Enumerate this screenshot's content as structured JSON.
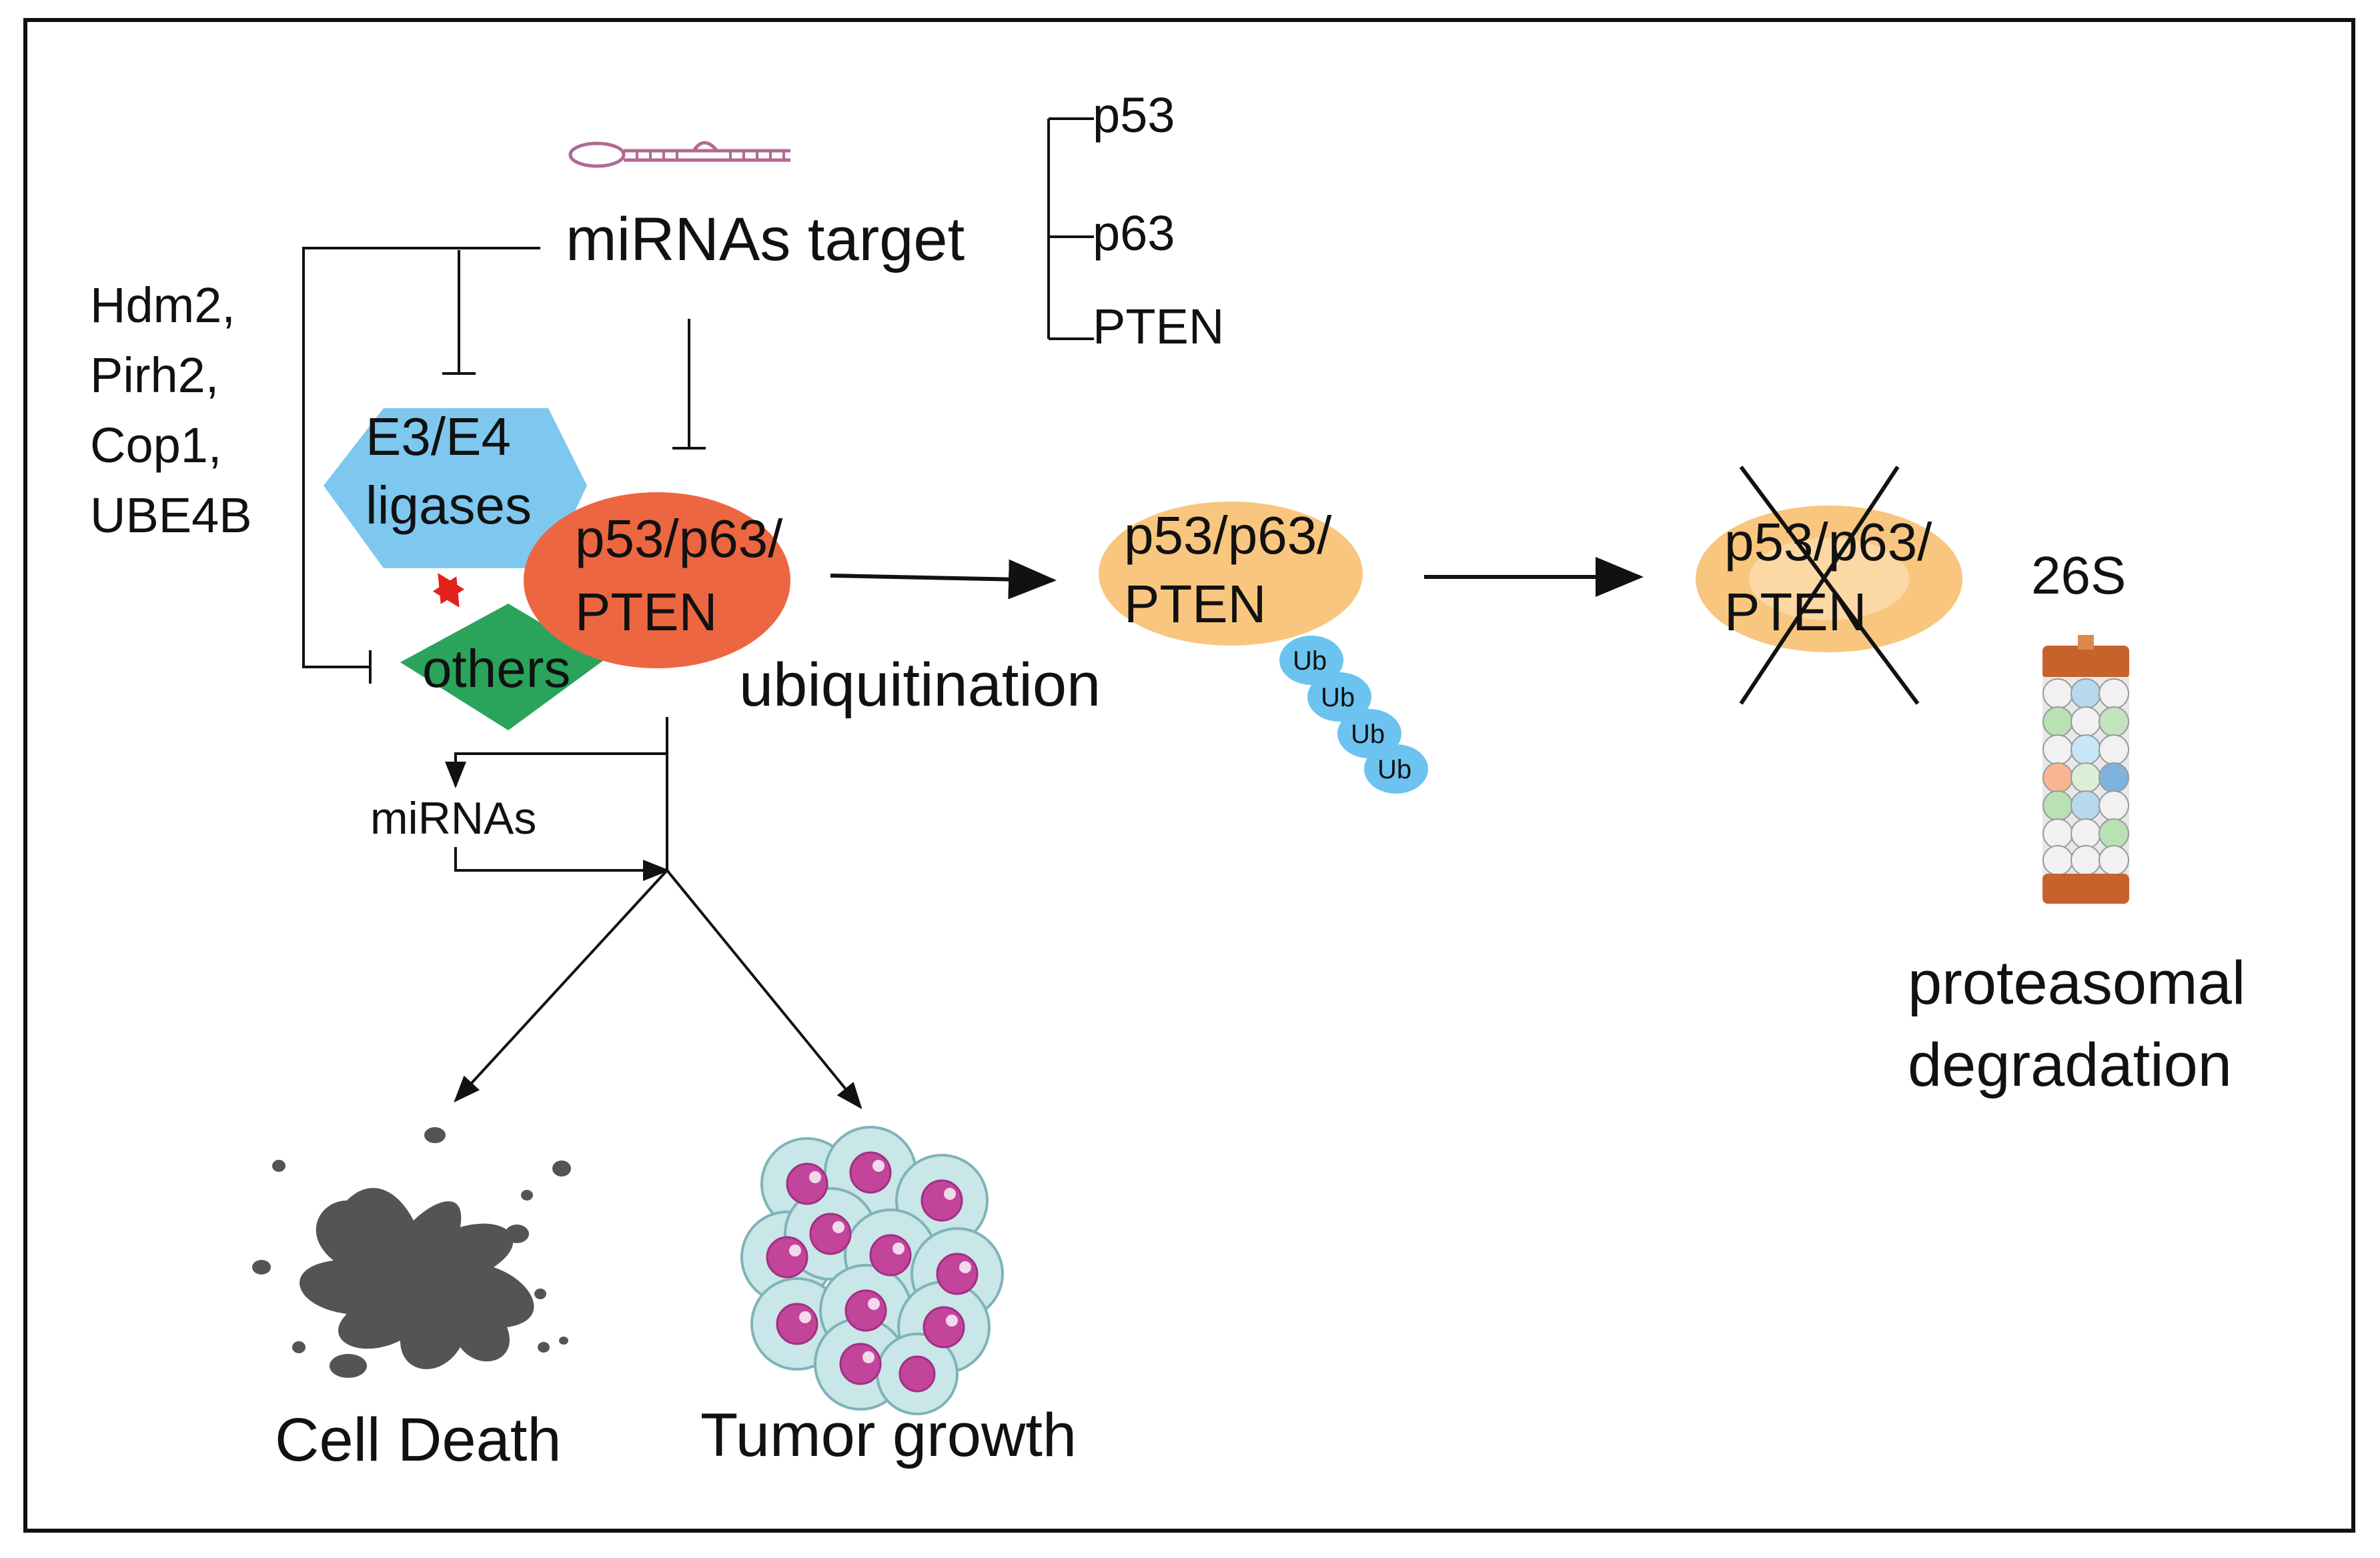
{
  "labels": {
    "mirna_target": "miRNAs target",
    "targets": [
      "p53",
      "p63",
      "PTEN"
    ],
    "e3_line1": "E3/E4",
    "e3_line2": "ligases",
    "ligase_list": [
      "Hdm2,",
      "Pirh2,",
      "Cop1,",
      "UBE4B"
    ],
    "others": "others",
    "complex_line1": "p53/p63/",
    "complex_line2": "PTEN",
    "ubiquitination": "ubiquitination",
    "ub": "Ub",
    "proteasome": "26S",
    "degradation_line1": "proteasomal",
    "degradation_line2": "degradation",
    "mirnas": "miRNAs",
    "cell_death": "Cell Death",
    "tumor_growth": "Tumor growth"
  },
  "colors": {
    "e3_ligase": "#7ec8ef",
    "others": "#2aa35b",
    "complex_active": "#ec6642",
    "complex_ubiquitinated": "#f8c67e",
    "ub": "#6cc3ef",
    "link_red": "#e3201b",
    "splatter": "#545454",
    "tumor_cell": "#c9e6e8",
    "tumor_nucleus": "#c2449b",
    "proteasome_cap": "#c8622c"
  },
  "icons": {
    "hairpin": "mirna-hairpin-icon",
    "splatter": "cell-death-splatter-icon",
    "tumor": "tumor-cell-cluster-icon",
    "proteasome": "proteasome-barrel-icon"
  }
}
